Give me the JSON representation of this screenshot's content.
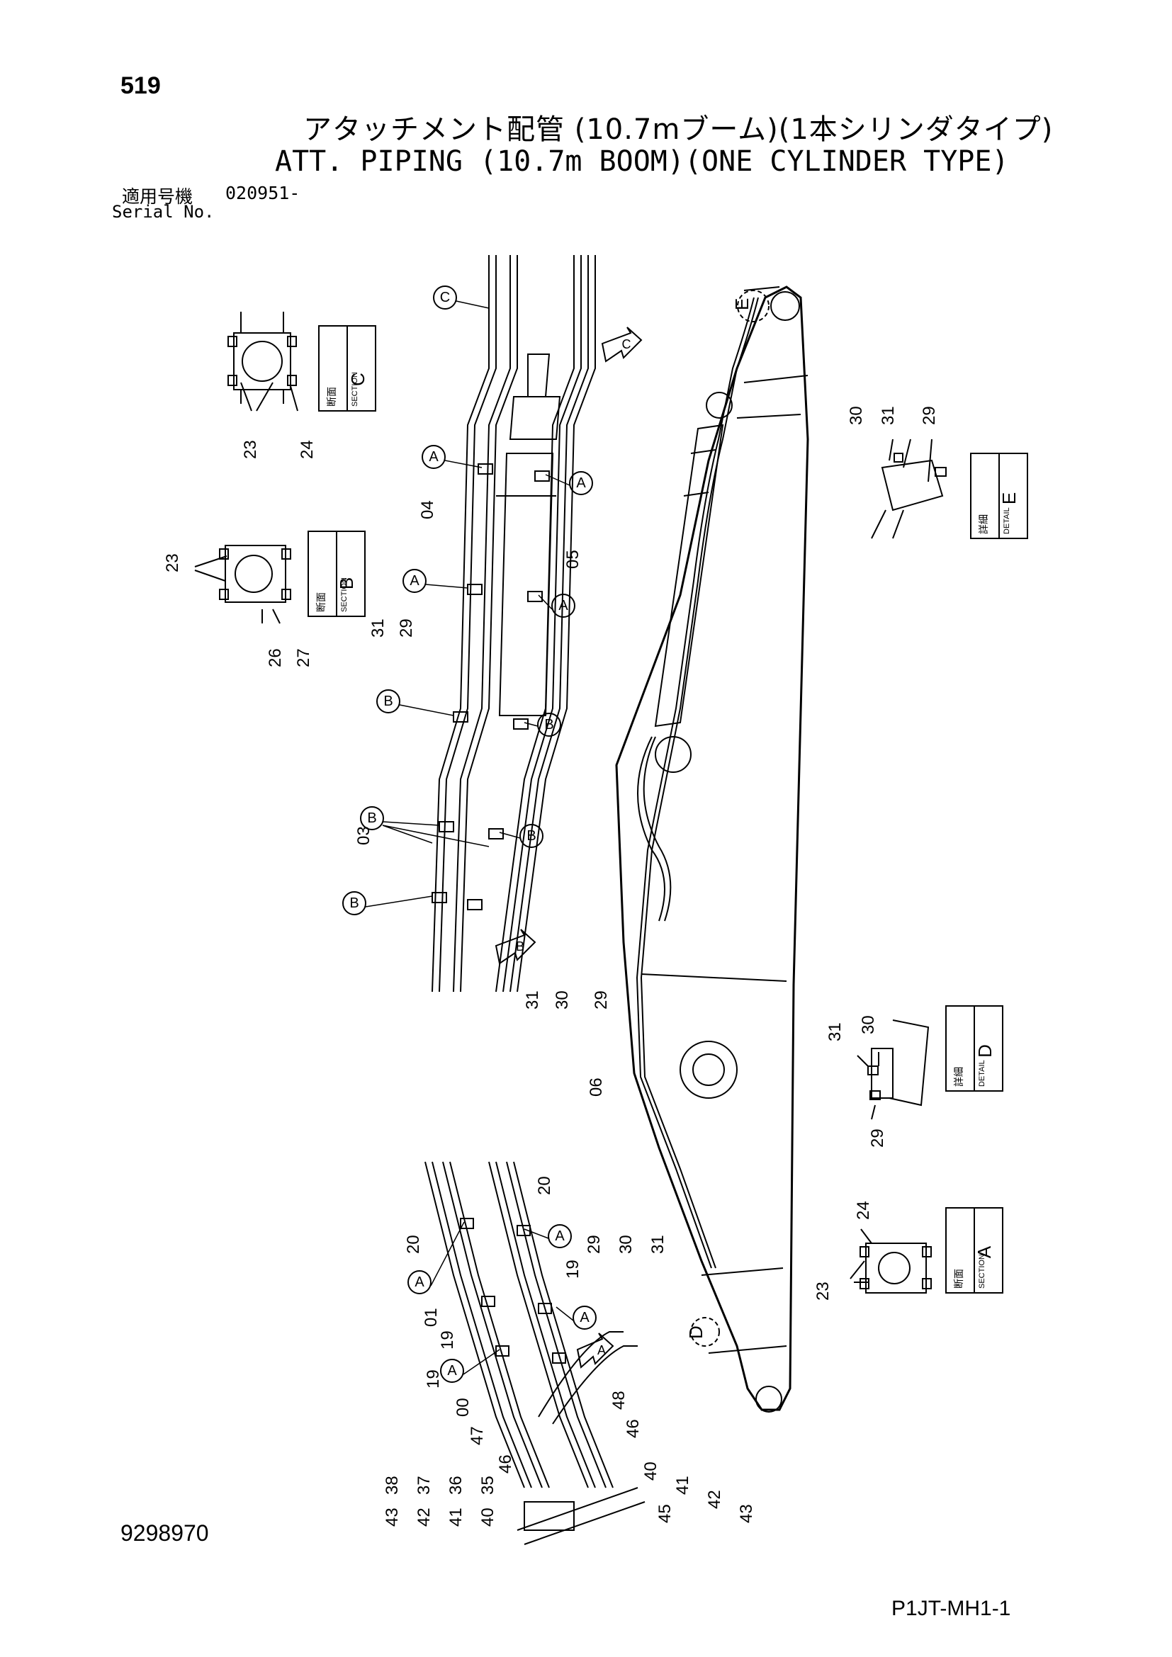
{
  "header": {
    "page_number": "519",
    "title_ja": "アタッチメント配管 (10.7mブーム)(1本シリンダタイプ)",
    "title_en": "ATT. PIPING (10.7m BOOM)(ONE CYLINDER TYPE)",
    "serial_label_ja": "適用号機",
    "serial_value": "020951-",
    "serial_label_en": "Serial No."
  },
  "footer": {
    "drawing_number": "9298970",
    "model_code": "P1JT-MH1-1"
  },
  "views": {
    "section_label": "SECTION",
    "section_label_ja": "断面",
    "detail_label": "DETAIL",
    "detail_label_ja": "詳細",
    "section_c": "C",
    "section_b": "B",
    "section_a": "A",
    "detail_e": "E",
    "detail_d": "D"
  },
  "callouts": {
    "circle_letters": [
      "C",
      "A",
      "A",
      "A",
      "A",
      "B",
      "B",
      "B",
      "B",
      "B",
      "A",
      "A",
      "A",
      "A",
      "A"
    ],
    "parts_section_c": [
      "23",
      "24"
    ],
    "parts_section_b": [
      "23",
      "26",
      "27"
    ],
    "parts_section_a": [
      "24",
      "23"
    ],
    "parts_detail_e": [
      "30",
      "31",
      "29"
    ],
    "parts_detail_d": [
      "31",
      "30",
      "29"
    ],
    "pipe_labels": [
      "04",
      "05",
      "03",
      "06",
      "01",
      "00"
    ],
    "clamp_labels": [
      "31",
      "29",
      "31",
      "30",
      "29",
      "29",
      "30",
      "31"
    ],
    "clamp_labels_lower": [
      "20",
      "20",
      "19",
      "19",
      "19"
    ],
    "fitting_labels_left": [
      "43",
      "38",
      "42",
      "37",
      "41",
      "36",
      "40",
      "35"
    ],
    "fitting_labels_mid": [
      "47",
      "46",
      "48",
      "46"
    ],
    "fitting_labels_right": [
      "40",
      "41",
      "42",
      "43",
      "45"
    ]
  }
}
